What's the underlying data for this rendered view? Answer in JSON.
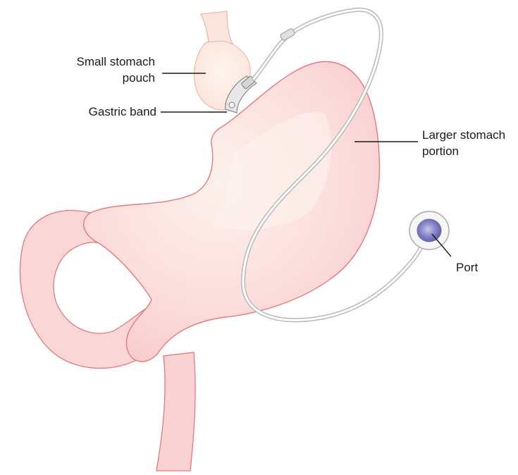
{
  "figure": {
    "labels": {
      "small_pouch": {
        "line1": "Small stomach",
        "line2": "pouch"
      },
      "gastric_band": {
        "text": "Gastric band"
      },
      "larger_portion": {
        "line1": "Larger stomach",
        "line2": "portion"
      },
      "port": {
        "text": "Port"
      }
    }
  },
  "colors": {
    "stomach_fill": "#fbd9d9",
    "stomach_highlight": "#fdeee9",
    "stomach_outline": "#e7787d",
    "tube": "#b9b9b9",
    "port_center": "#7f7ec4",
    "leader_line": "#1a1a1a"
  }
}
